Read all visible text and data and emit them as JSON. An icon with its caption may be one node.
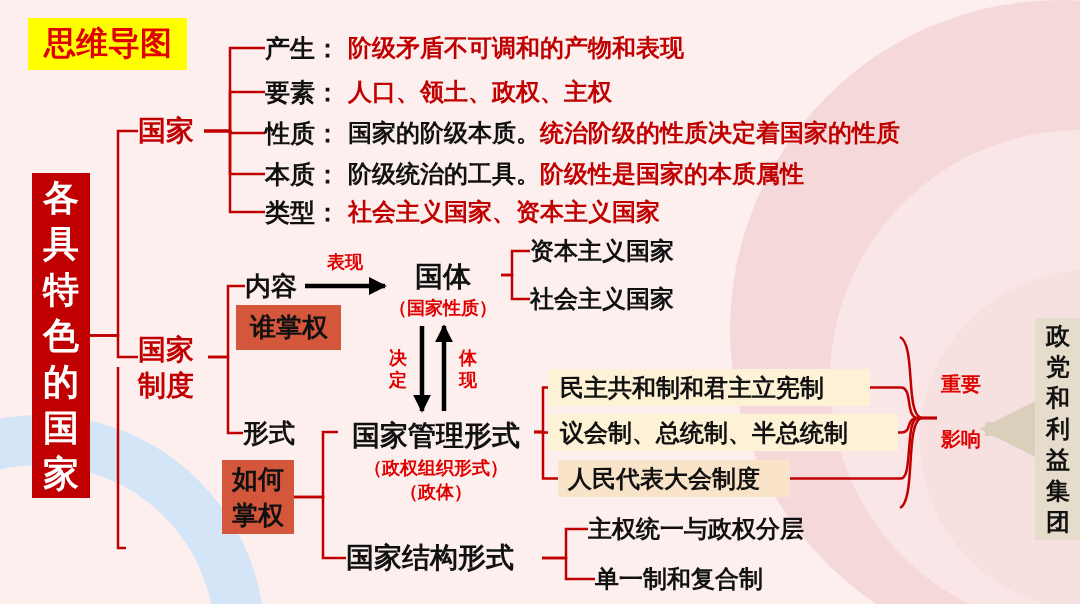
{
  "diagram": {
    "title": "思维导图",
    "nodes": [
      {
        "text": [
          "各具特色的国家"
        ]
      },
      {
        "text": [
          "国家"
        ]
      },
      {
        "text": [
          "产生：",
          "阶级矛盾不可调和的产物和表现"
        ]
      },
      {
        "text": [
          "要素：",
          "人口、领土、政权、主权"
        ]
      },
      {
        "text": [
          "性质：",
          "国家的阶级本质。",
          "统治阶级的性质决定着国家的性质"
        ]
      },
      {
        "text": [
          "本质：",
          "阶级统治的工具。",
          "阶级性是国家的本质属性"
        ]
      },
      {
        "text": [
          "类型：",
          "社会主义国家、资本主义国家"
        ]
      },
      {
        "text": [
          "国家制度"
        ]
      },
      {
        "text": [
          "内容"
        ]
      },
      {
        "text": [
          "谁掌权"
        ]
      },
      {
        "text": [
          "国体",
          "（国家性质）"
        ]
      },
      {
        "text": [
          "资本主义国家"
        ]
      },
      {
        "text": [
          "社会主义国家"
        ]
      },
      {
        "text": [
          "形式"
        ]
      },
      {
        "text": [
          "如何掌权"
        ]
      },
      {
        "text": [
          "国家管理形式",
          "（政权组织形式）",
          "（政体）"
        ]
      },
      {
        "text": [
          "民主共和制和君主立宪制"
        ]
      },
      {
        "text": [
          "议会制、总统制、半总统制"
        ]
      },
      {
        "text": [
          "人民代表大会制度"
        ]
      },
      {
        "text": [
          "国家结构形式"
        ]
      },
      {
        "text": [
          "主权统一与政权分层"
        ]
      },
      {
        "text": [
          "单一制和复合制"
        ]
      },
      {
        "text": [
          "政党和利益集团"
        ]
      },
      {
        "text": [
          "重要影响"
        ]
      }
    ],
    "edges": [
      {
        "from": 0,
        "to": 1,
        "arrow": "none"
      },
      {
        "from": 0,
        "to": 7,
        "arrow": "none"
      },
      {
        "from": 1,
        "to": 2,
        "arrow": "none"
      },
      {
        "from": 1,
        "to": 3,
        "arrow": "none"
      },
      {
        "from": 1,
        "to": 4,
        "arrow": "none"
      },
      {
        "from": 1,
        "to": 5,
        "arrow": "none"
      },
      {
        "from": 1,
        "to": 6,
        "arrow": "none"
      },
      {
        "from": 7,
        "to": 8,
        "arrow": "none"
      },
      {
        "from": 7,
        "to": 13,
        "arrow": "none"
      },
      {
        "from": 8,
        "to": 10,
        "arrow": "to",
        "label": "表现",
        "style": "thick",
        "color": "#000000"
      },
      {
        "from": 10,
        "to": 11,
        "arrow": "none"
      },
      {
        "from": 10,
        "to": 12,
        "arrow": "none"
      },
      {
        "from": 10,
        "to": 15,
        "arrow": "to",
        "label": "决定",
        "style": "thick",
        "color": "#000000"
      },
      {
        "from": 15,
        "to": 10,
        "arrow": "to",
        "label": "体现",
        "style": "thick",
        "color": "#000000"
      },
      {
        "from": 14,
        "to": 15,
        "arrow": "none"
      },
      {
        "from": 14,
        "to": 19,
        "arrow": "none"
      },
      {
        "from": 15,
        "to": 16,
        "arrow": "none"
      },
      {
        "from": 15,
        "to": 17,
        "arrow": "none"
      },
      {
        "from": 15,
        "to": 18,
        "arrow": "none"
      },
      {
        "from": 19,
        "to": 20,
        "arrow": "none"
      },
      {
        "from": 19,
        "to": 21,
        "arrow": "none"
      },
      {
        "from": 16,
        "to": 23,
        "arrow": "none"
      },
      {
        "from": 17,
        "to": 23,
        "arrow": "none"
      },
      {
        "from": 18,
        "to": 23,
        "arrow": "none"
      },
      {
        "from": 22,
        "to": 23,
        "arrow": "to",
        "style": "thick",
        "color": "#d9cfbb"
      }
    ]
  }
}
